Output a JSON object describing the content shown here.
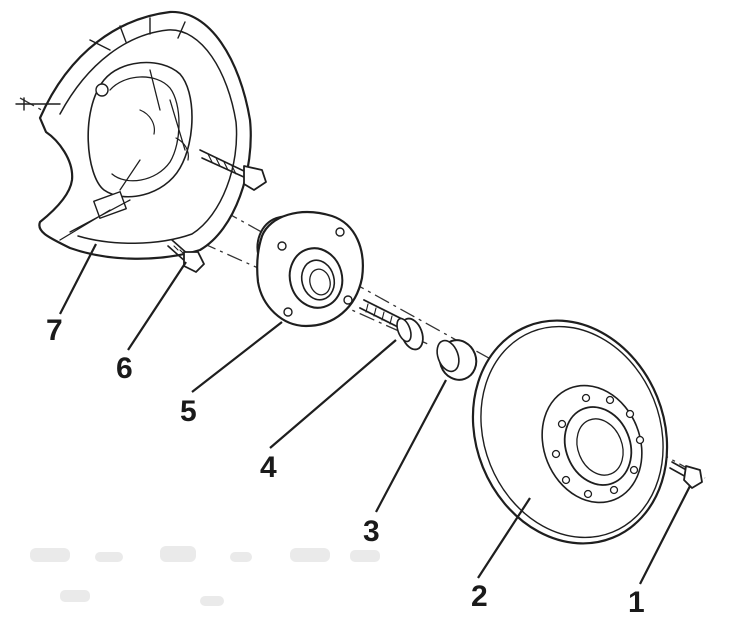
{
  "callouts": [
    {
      "id": "c1",
      "label": "1"
    },
    {
      "id": "c2",
      "label": "2"
    },
    {
      "id": "c3",
      "label": "3"
    },
    {
      "id": "c4",
      "label": "4"
    },
    {
      "id": "c5",
      "label": "5"
    },
    {
      "id": "c6",
      "label": "6"
    },
    {
      "id": "c7",
      "label": "7"
    }
  ],
  "colors": {
    "ink": "#1e1e1e",
    "background": "#ffffff"
  }
}
